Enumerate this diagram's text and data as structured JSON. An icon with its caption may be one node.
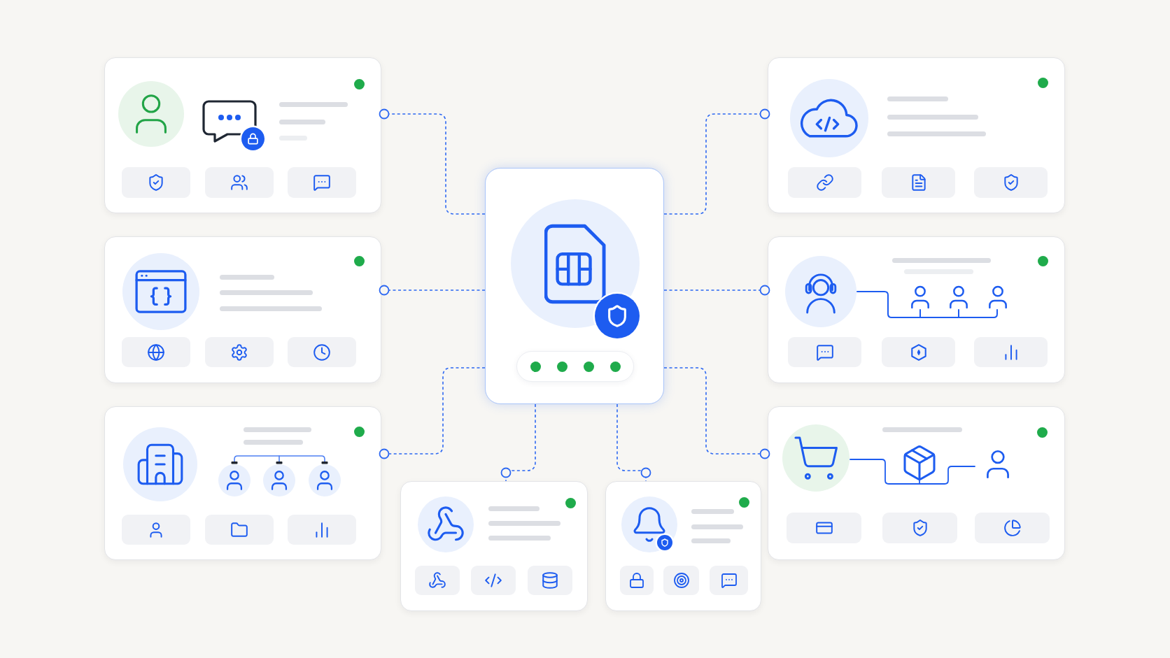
{
  "diagram": {
    "nodes": [
      {
        "text": [],
        "shape": "box"
      },
      {
        "text": [],
        "shape": "box"
      },
      {
        "text": [],
        "shape": "box"
      },
      {
        "text": [],
        "shape": "box"
      },
      {
        "text": [],
        "shape": "box"
      },
      {
        "text": [],
        "shape": "box"
      },
      {
        "text": [],
        "shape": "box"
      },
      {
        "text": [],
        "shape": "box"
      },
      {
        "text": [],
        "shape": "box"
      }
    ],
    "edges": [
      {
        "from": 2,
        "to": 0,
        "arrow": "other",
        "style": "dashed"
      },
      {
        "from": 2,
        "to": 1,
        "arrow": "other",
        "style": "dashed"
      },
      {
        "from": 2,
        "to": 3,
        "arrow": "other",
        "style": "dashed"
      },
      {
        "from": 2,
        "to": 4,
        "arrow": "other",
        "style": "dashed"
      },
      {
        "from": 2,
        "to": 5,
        "arrow": "other",
        "style": "dashed"
      },
      {
        "from": 2,
        "to": 6,
        "arrow": "other",
        "style": "dashed"
      },
      {
        "from": 2,
        "to": 7,
        "arrow": "other",
        "style": "dashed"
      },
      {
        "from": 2,
        "to": 8,
        "arrow": "other",
        "style": "dashed"
      }
    ]
  }
}
